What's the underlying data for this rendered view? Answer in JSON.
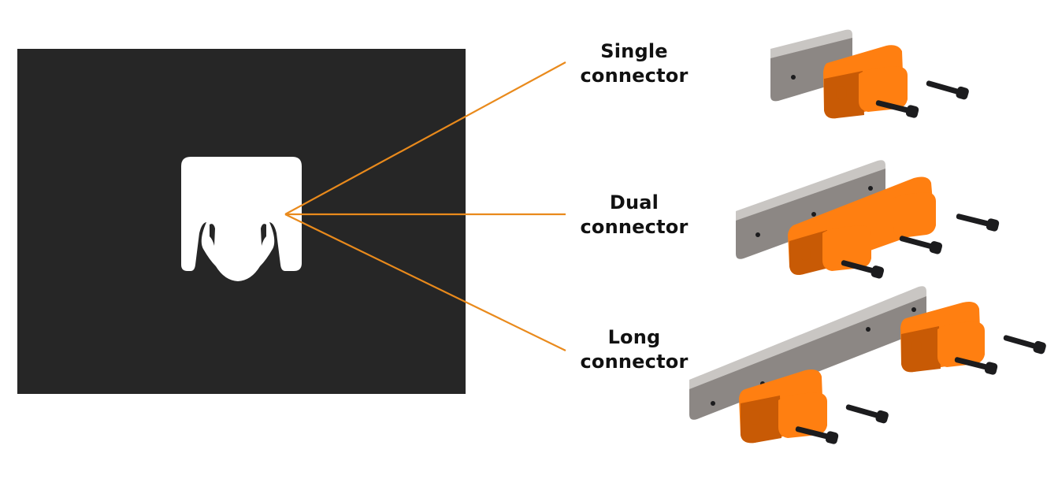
{
  "colors": {
    "panel": "#262626",
    "slot": "#ffffff",
    "leader": "#e98a1c",
    "bracket": "#ff7f11",
    "bracket_shadow": "#c85a05",
    "plate": "#8c8784",
    "plate_top": "#c9c6c3",
    "bolt": "#1c1c1e"
  },
  "icons": {
    "profile": "extrusion-slot-profile-icon",
    "single": "single-connector-illustration",
    "dual": "dual-connector-illustration",
    "long": "long-connector-illustration"
  },
  "labels": {
    "single": {
      "line1": "Single",
      "line2": "connector"
    },
    "dual": {
      "line1": "Dual",
      "line2": "connector"
    },
    "long": {
      "line1": "Long",
      "line2": "connector"
    }
  }
}
